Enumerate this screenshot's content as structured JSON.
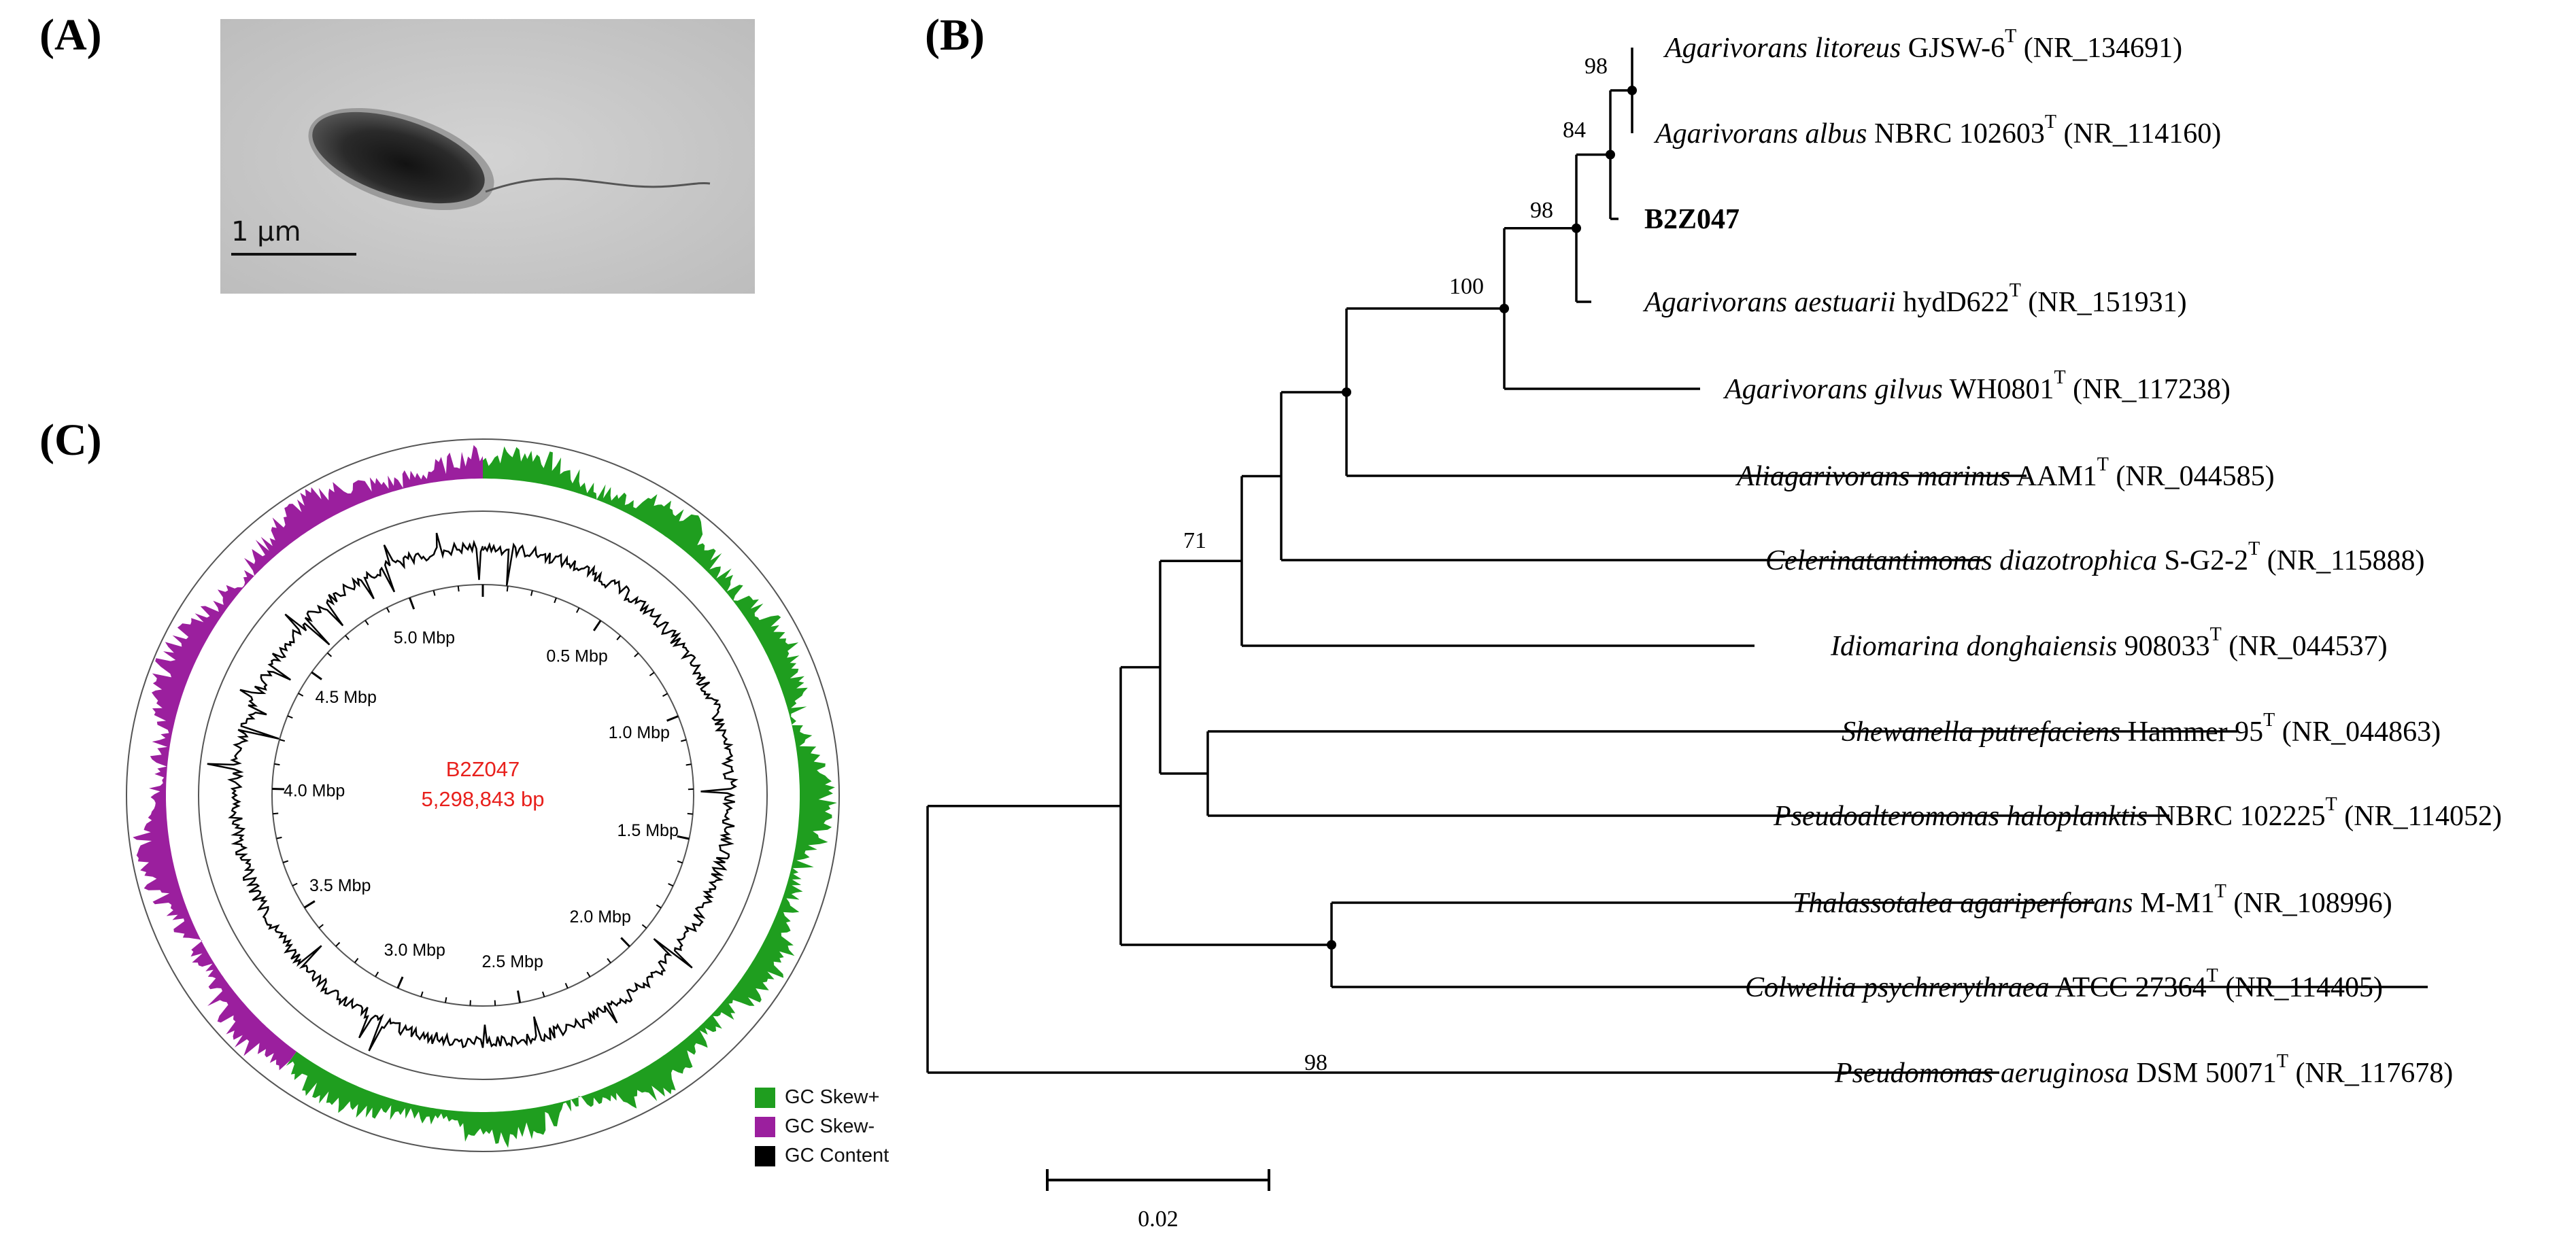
{
  "panels": {
    "a": "(A)",
    "b": "(B)",
    "c": "(C)"
  },
  "micrograph": {
    "scale_label": "1 μm"
  },
  "tree": {
    "taxa": [
      {
        "genus_species": "Agarivorans litoreus",
        "strain": "GJSW-6",
        "accession": "(NR_134691)",
        "type_strain": true,
        "bold": false
      },
      {
        "genus_species": "Agarivorans albus",
        "strain": "NBRC 102603",
        "accession": "(NR_114160)",
        "type_strain": true,
        "bold": false
      },
      {
        "genus_species": "",
        "strain": "B2Z047",
        "accession": "",
        "type_strain": false,
        "bold": true
      },
      {
        "genus_species": "Agarivorans aestuarii",
        "strain": "hydD622",
        "accession": "(NR_151931)",
        "type_strain": true,
        "bold": false
      },
      {
        "genus_species": "Agarivorans gilvus",
        "strain": "WH0801",
        "accession": "(NR_117238)",
        "type_strain": true,
        "bold": false
      },
      {
        "genus_species": "Aliagarivorans marinus",
        "strain": "AAM1",
        "accession": "(NR_044585)",
        "type_strain": true,
        "bold": false
      },
      {
        "genus_species": "Celerinatantimonas diazotrophica",
        "strain": "S-G2-2",
        "accession": "(NR_115888)",
        "type_strain": true,
        "bold": false
      },
      {
        "genus_species": "Idiomarina donghaiensis",
        "strain": "908033",
        "accession": "(NR_044537)",
        "type_strain": true,
        "bold": false
      },
      {
        "genus_species": "Shewanella putrefaciens",
        "strain": "Hammer 95",
        "accession": "(NR_044863)",
        "type_strain": true,
        "bold": false
      },
      {
        "genus_species": "Pseudoalteromonas haloplanktis",
        "strain": "NBRC 102225",
        "accession": "(NR_114052)",
        "type_strain": true,
        "bold": false
      },
      {
        "genus_species": "Thalassotalea agariperforans",
        "strain": "M-M1",
        "accession": "(NR_108996)",
        "type_strain": true,
        "bold": false
      },
      {
        "genus_species": "Colwellia psychrerythraea",
        "strain": "ATCC 27364",
        "accession": "(NR_114405)",
        "type_strain": true,
        "bold": false
      },
      {
        "genus_species": "Pseudomonas aeruginosa",
        "strain": "DSM 50071",
        "accession": "(NR_117678)",
        "type_strain": true,
        "bold": false
      }
    ],
    "type_marker": "T",
    "bootstrap_values": [
      "98",
      "84",
      "98",
      "100",
      "71",
      "98"
    ],
    "scale_label": "0.02"
  },
  "genome_map": {
    "name": "B2Z047",
    "size": "5,298,843 bp",
    "ticks": [
      "0.5 Mbp",
      "1.0 Mbp",
      "1.5 Mbp",
      "2.0 Mbp",
      "2.5 Mbp",
      "3.0 Mbp",
      "3.5 Mbp",
      "4.0 Mbp",
      "4.5 Mbp",
      "5.0 Mbp"
    ],
    "legend": [
      {
        "label": "GC Skew+",
        "color": "#1f9e1f"
      },
      {
        "label": "GC Skew-",
        "color": "#9b1f9e"
      },
      {
        "label": "GC Content",
        "color": "#000000"
      }
    ]
  },
  "colors": {
    "title_red": "#e8201c",
    "skew_pos": "#1f9e1f",
    "skew_neg": "#9b1f9e"
  }
}
